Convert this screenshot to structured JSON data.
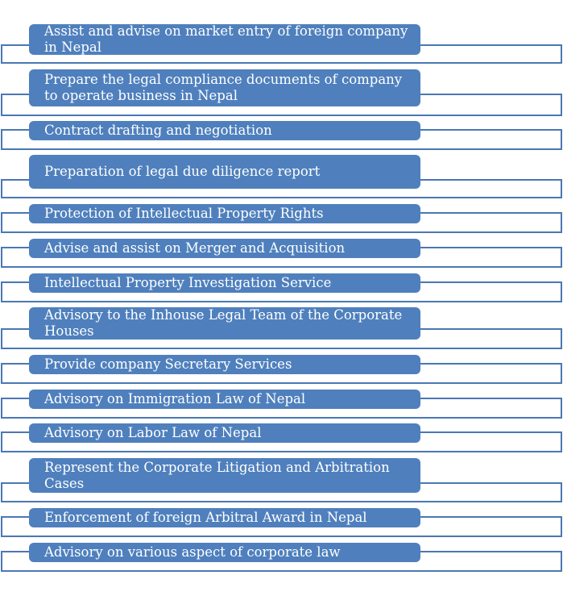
{
  "colors": {
    "box_fill": "#4f80bd",
    "outline": "#4a78b3",
    "text": "#ffffff"
  },
  "services": [
    "Assist and advise on market entry of foreign company in Nepal",
    "Prepare the legal compliance documents of company to operate business in Nepal",
    "Contract drafting and negotiation",
    "Preparation of legal due diligence report",
    "Protection of Intellectual Property Rights",
    "Advise and assist on Merger and Acquisition",
    "Intellectual Property Investigation Service",
    "Advisory to the Inhouse Legal Team of the Corporate Houses",
    "Provide company Secretary Services",
    "Advisory on Immigration Law of Nepal",
    "Advisory on Labor Law of Nepal",
    "Represent the Corporate Litigation and Arbitration Cases",
    "Enforcement of foreign Arbitral Award in Nepal",
    "Advisory on various aspect of corporate law"
  ]
}
